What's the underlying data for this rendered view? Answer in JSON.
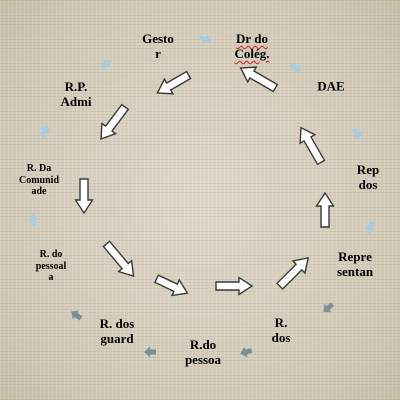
{
  "diagram": {
    "nodes": [
      {
        "id": "gestor",
        "label": "Gesto\nr"
      },
      {
        "id": "dr-colegio",
        "label": "Dr do\nColég."
      },
      {
        "id": "dae",
        "label": "DAE"
      },
      {
        "id": "rep-dos",
        "label": "Rep\ndos"
      },
      {
        "id": "representan",
        "label": "Repre\nsentan"
      },
      {
        "id": "r-dos",
        "label": "R.\ndos"
      },
      {
        "id": "r-do-pessoa",
        "label": "R.do\npessoa"
      },
      {
        "id": "r-dos-guard",
        "label": "R. dos\nguard"
      },
      {
        "id": "r-do-pessoal",
        "label": "R. do\npessoal\na"
      },
      {
        "id": "r-da-comunidade",
        "label": "R. Da\nComunid\nade"
      },
      {
        "id": "rp-admi",
        "label": "R.P.\nAdmi"
      }
    ],
    "colors": {
      "big_arrow_fill": "#ffffff",
      "big_arrow_stroke": "#3a3a3a",
      "small_arrow_light": "#a9cde0",
      "small_arrow_dark": "#7a8f99",
      "spellcheck_underline": "#d02020"
    }
  }
}
